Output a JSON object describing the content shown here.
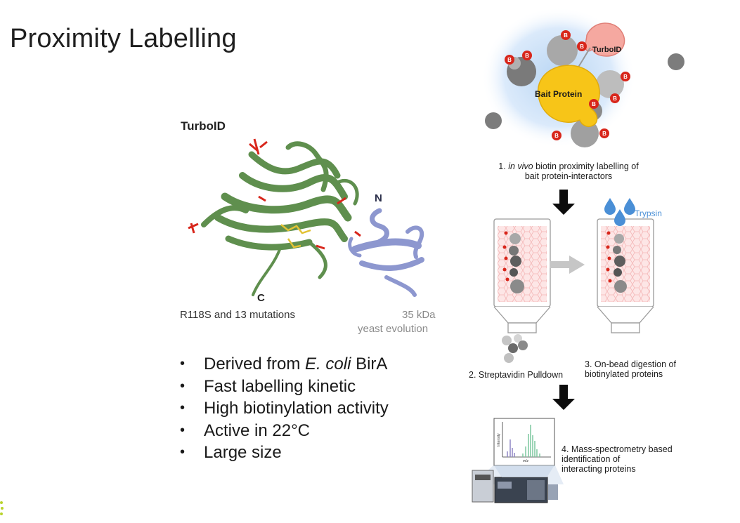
{
  "slide": {
    "title": "Proximity Labelling"
  },
  "turboid_panel": {
    "label": "TurboID",
    "n_terminus": "N",
    "c_terminus": "C",
    "mutations": "R118S and 13 mutations",
    "size": "35 kDa",
    "evolution": "yeast evolution"
  },
  "bullets": {
    "item1_prefix": "Derived from ",
    "item1_italic": "E. coli",
    "item1_suffix": " BirA",
    "item2": "Fast labelling kinetic",
    "item3": "High biotinylation activity",
    "item4": "Active in 22°C",
    "item5": "Large size"
  },
  "workflow": {
    "turboid_label": "TurboID",
    "bait_label": "Bait Protein",
    "biotin_letter": "B",
    "step1_num": "1. ",
    "step1_italic": "in vivo",
    "step1_line1_rest": " biotin proximity labelling of",
    "step1_line2": "bait protein-interactors",
    "trypsin": "Trypsin",
    "step2": "2. Streptavidin Pulldown",
    "step3_line1": "3. On-bead digestion of",
    "step3_line2": "biotinylated proteins",
    "step4_line1": "4. Mass-spectrometry based",
    "step4_line2": "identification of",
    "step4_line3": "interacting proteins",
    "spectrum_ylabel": "Intensity",
    "spectrum_xlabel": "m/z"
  },
  "colors": {
    "turboid_ribbon": "#5f8f4e",
    "domain_ribbon": "#8d97cf",
    "mutation_red": "#d8261b",
    "bait_yellow": "#f7c518",
    "turboid_pink": "#f5a8a0",
    "glow_blue": "#cfe3f7",
    "arrow_black": "#0d0d0d",
    "trypsin_blue": "#4a8fd6"
  }
}
